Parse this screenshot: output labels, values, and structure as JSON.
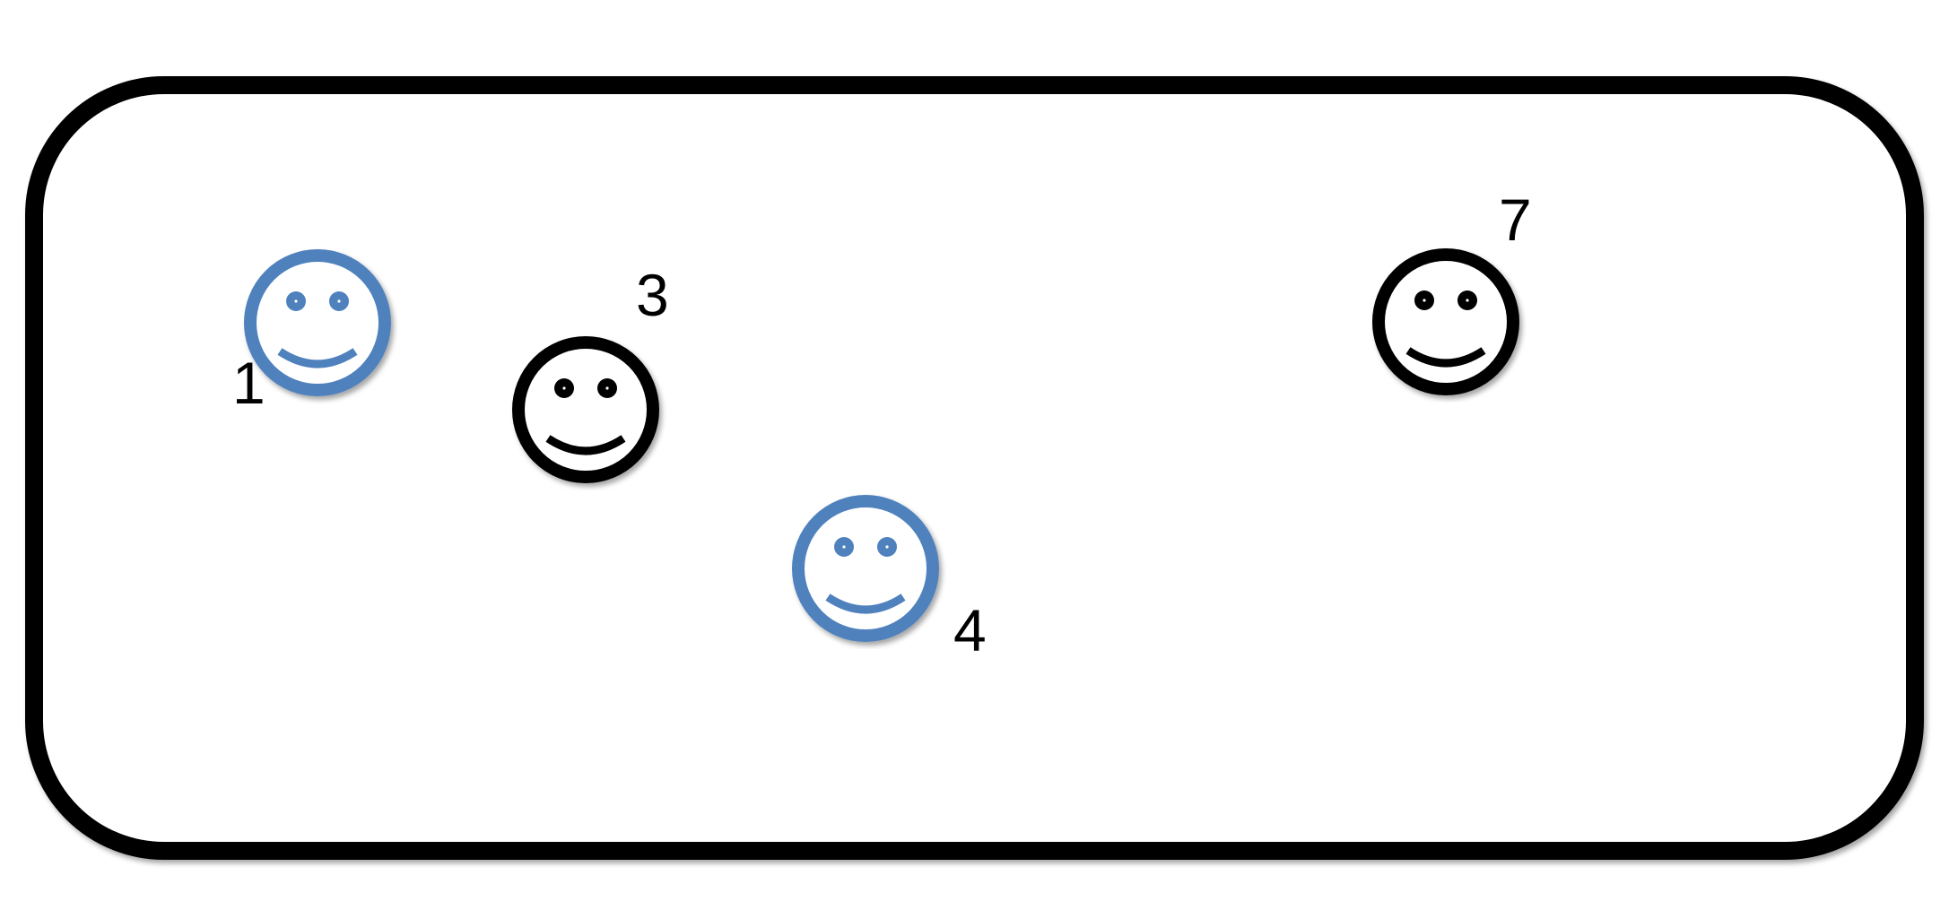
{
  "colors": {
    "blue": "#4f81bd",
    "black": "#000000",
    "background": "#ffffff",
    "border": "#000000"
  },
  "faces": [
    {
      "id": "face-1",
      "label": "1",
      "color": "blue",
      "icon": "smiley-face-icon"
    },
    {
      "id": "face-3",
      "label": "3",
      "color": "black",
      "icon": "smiley-face-icon"
    },
    {
      "id": "face-4",
      "label": "4",
      "color": "blue",
      "icon": "smiley-face-icon"
    },
    {
      "id": "face-7",
      "label": "7",
      "color": "black",
      "icon": "smiley-face-icon"
    }
  ]
}
